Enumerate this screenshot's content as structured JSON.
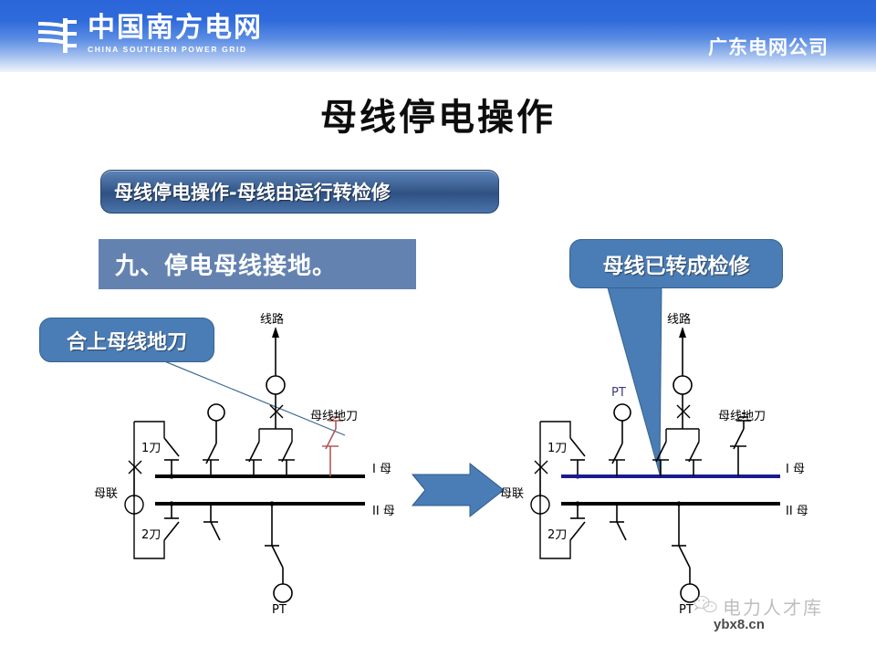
{
  "header": {
    "logo_cn": "中国南方电网",
    "logo_en": "CHINA SOUTHERN POWER GRID",
    "company": "广东电网公司",
    "gradient_top": "#2a66d9",
    "gradient_bottom": "#eef4fc"
  },
  "title": "母线停电操作",
  "banner": {
    "text": "母线停电操作-母线由运行转检修",
    "color": "#3f6496"
  },
  "step": {
    "text": "九、停电母线接地。",
    "color": "#6382b0"
  },
  "callouts": {
    "left": {
      "text": "合上母线地刀",
      "color": "#4a7cb5"
    },
    "right": {
      "text": "母线已转成检修",
      "color": "#4a7cb5"
    }
  },
  "flow_arrow": {
    "color": "#4a7cb5",
    "direction": "right"
  },
  "diagram_left": {
    "labels": {
      "line_feeder": "线路",
      "bus_ground_switch": "母线地刀",
      "bus_tie": "母联",
      "knife_1": "1刀",
      "knife_2": "2刀",
      "pt": "PT",
      "bus_1": "I  母",
      "bus_2": "II 母"
    },
    "bus1_color": "#000000",
    "bus2_color": "#000000",
    "ground_switch_state": "open",
    "ground_switch_color": "#b05a5a"
  },
  "diagram_right": {
    "labels": {
      "line_feeder": "线路",
      "bus_ground_switch": "母线地刀",
      "bus_tie": "母联",
      "knife_1": "1刀",
      "knife_2": "2刀",
      "pt_top": "PT",
      "pt_bottom": "PT",
      "bus_1": "I  母",
      "bus_2": "II 母"
    },
    "bus1_color": "#1b1b8f",
    "bus2_color": "#000000",
    "ground_switch_state": "closed",
    "ground_switch_color": "#000000"
  },
  "watermark": {
    "text": "电力人才库",
    "url": "ybx8.cn"
  }
}
